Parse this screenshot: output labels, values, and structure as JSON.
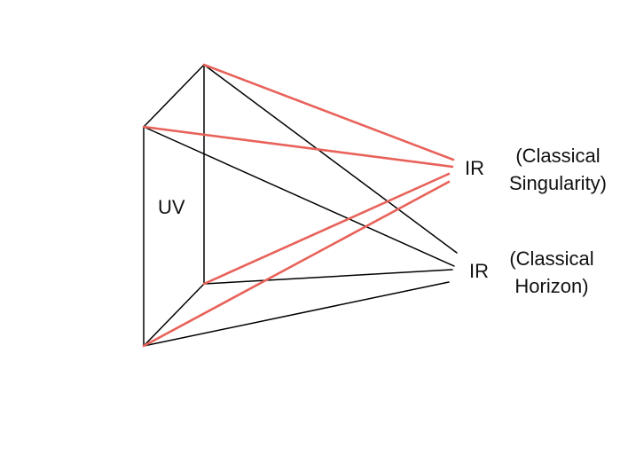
{
  "labels": {
    "uv": "UV",
    "ir_top": "IR",
    "ir_bottom": "IR",
    "singularity_line1": "(Classical",
    "singularity_line2": "Singularity)",
    "horizon_line1": "(Classical",
    "horizon_line2": "Horizon)"
  },
  "colors": {
    "black_line": "#000000",
    "red_line": "#e8625a",
    "text": "#111111"
  }
}
